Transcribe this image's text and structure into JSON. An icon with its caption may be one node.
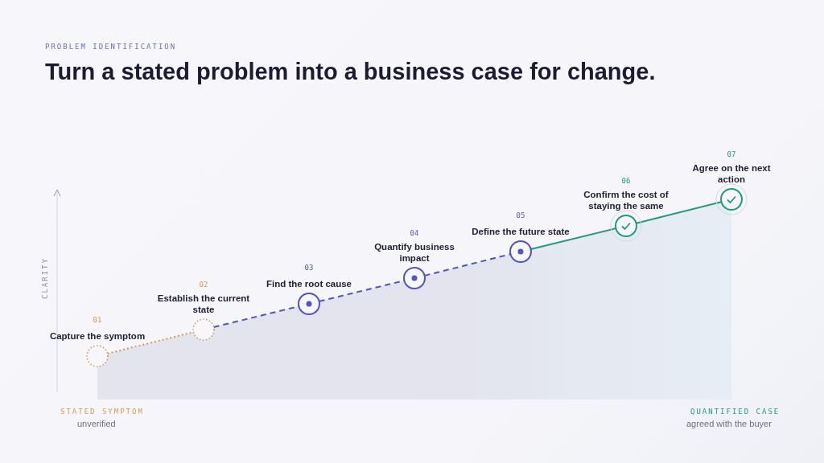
{
  "diagram": {
    "title": "Turn a stated problem into a business case for change.",
    "nodes": [
      {
        "text": [
          "01",
          "Capture the symptom"
        ]
      },
      {
        "text": [
          "02",
          "Establish the current state"
        ]
      },
      {
        "text": [
          "03",
          "Find the root cause"
        ]
      },
      {
        "text": [
          "04",
          "Quantify business impact"
        ]
      },
      {
        "text": [
          "05",
          "Define the future state"
        ]
      },
      {
        "text": [
          "06",
          "Confirm the cost of staying the same"
        ]
      },
      {
        "text": [
          "07",
          "Agree on the next action"
        ]
      }
    ],
    "edges": [
      {
        "from": 0,
        "to": 1,
        "arrow": "none",
        "style": "dashed",
        "color": "#d49a4f"
      },
      {
        "from": 1,
        "to": 2,
        "arrow": "none",
        "style": "dashed"
      },
      {
        "from": 2,
        "to": 3,
        "arrow": "none",
        "style": "dashed"
      },
      {
        "from": 3,
        "to": 4,
        "arrow": "none",
        "style": "dashed"
      },
      {
        "from": 4,
        "to": 5,
        "arrow": "none",
        "color": "#1f9e78"
      },
      {
        "from": 5,
        "to": 6,
        "arrow": "none",
        "color": "#1f9e78"
      }
    ],
    "labels": [
      "PROBLEM IDENTIFICATION",
      "CLARITY",
      "STATED SYMPTOM",
      "unverified",
      "QUANTIFIED CASE",
      "agreed with the buyer"
    ]
  }
}
